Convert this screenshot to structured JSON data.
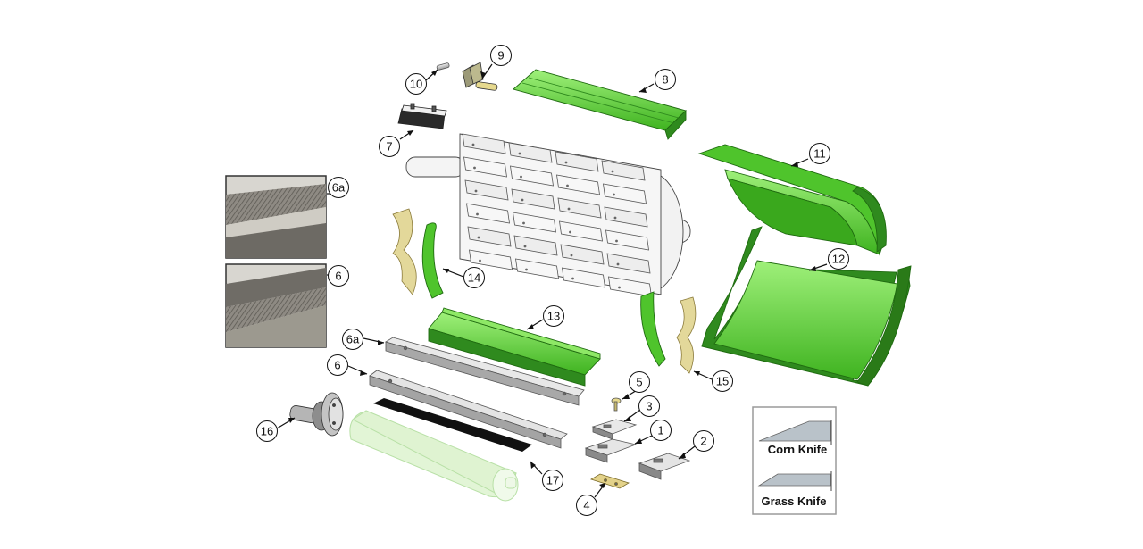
{
  "colors": {
    "part_green": "#5fd23a",
    "part_green_dark": "#2f8a1e",
    "part_green_light": "#a9ef86",
    "steel": "#c9c9c9",
    "steel_dark": "#7d7d7d",
    "brass": "#d9c98a",
    "brass_dark": "#9a8a4a",
    "outline": "#222222"
  },
  "callouts": {
    "c1": "1",
    "c2": "2",
    "c3": "3",
    "c4": "4",
    "c5": "5",
    "c6": "6",
    "c6a": "6a",
    "c7": "7",
    "c8": "8",
    "c9": "9",
    "c10": "10",
    "c11": "11",
    "c12": "12",
    "c13": "13",
    "c14": "14",
    "c15": "15",
    "c16": "16",
    "c17": "17",
    "photo_6a": "6a",
    "photo_6": "6"
  },
  "legend": {
    "corn": "Corn Knife",
    "grass": "Grass Knife"
  }
}
